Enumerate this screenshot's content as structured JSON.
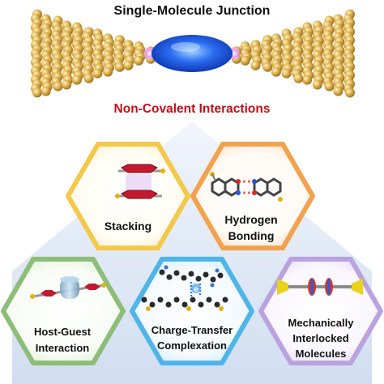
{
  "title": "Single-Molecule Junction",
  "subtitle": "Non-Covalent Interactions",
  "colors": {
    "subtitle": "#c0101a",
    "gold": "#d8ad48",
    "molecule_blue": "#1a5ee8",
    "stacking_hex": "#f4c84a",
    "hbond_hex": "#f2a24e",
    "hostguest_hex": "#8dbd78",
    "chargetransfer_hex": "#4fb4e8",
    "interlocked_hex": "#b9a2dd",
    "fan": "#dfe9f6"
  },
  "panels": {
    "stacking": {
      "lines": [
        "Stacking"
      ]
    },
    "hbond": {
      "lines": [
        "Hydrogen",
        "Bonding"
      ]
    },
    "hostguest": {
      "lines": [
        "Host-Guest",
        "Interaction"
      ]
    },
    "chargetransfer": {
      "lines": [
        "Charge-Transfer",
        "Complexation"
      ],
      "electron": "e"
    },
    "interlocked": {
      "lines": [
        "Mechanically",
        "Interlocked",
        "Molecules"
      ]
    }
  }
}
